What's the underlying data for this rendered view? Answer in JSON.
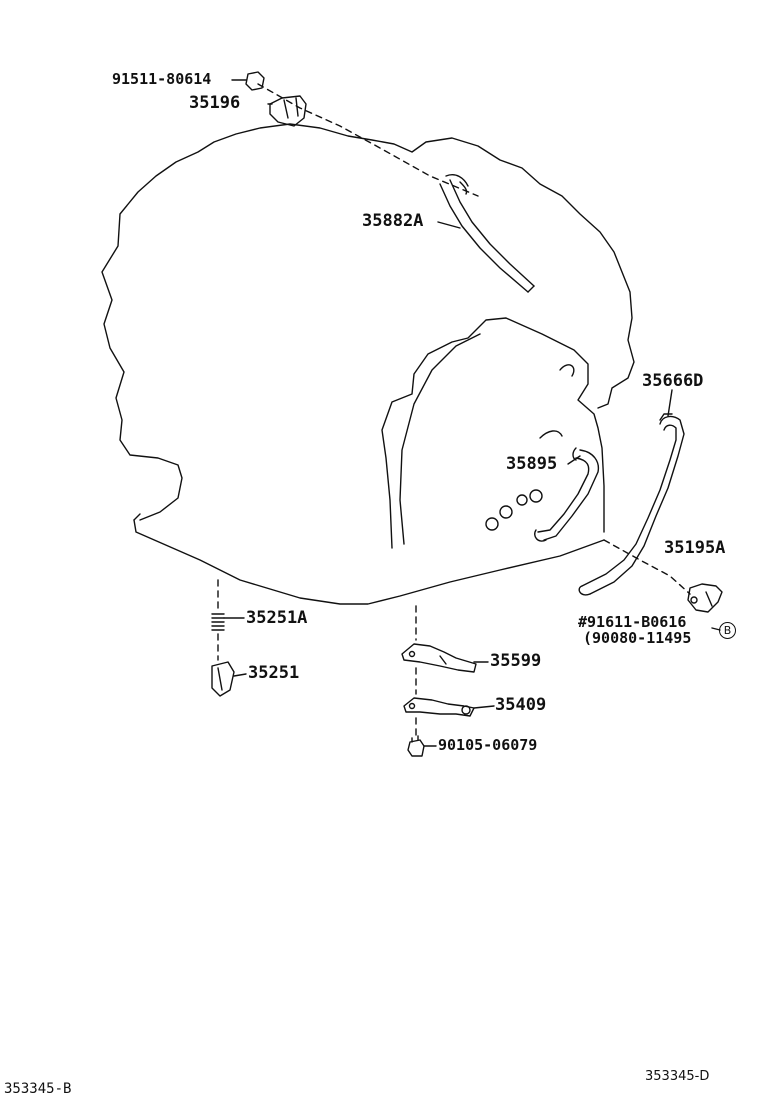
{
  "diagram": {
    "parts": [
      {
        "id": "p1",
        "number": "91511-80614"
      },
      {
        "id": "p2",
        "number": "35196"
      },
      {
        "id": "p3",
        "number": "35882A"
      },
      {
        "id": "p4",
        "number": "35666D"
      },
      {
        "id": "p5",
        "number": "35895"
      },
      {
        "id": "p6",
        "number": "35195A"
      },
      {
        "id": "p7",
        "number": "#91611-B0616"
      },
      {
        "id": "p8",
        "number": "(90080-11495"
      },
      {
        "id": "p9",
        "number": "35251A"
      },
      {
        "id": "p10",
        "number": "35251"
      },
      {
        "id": "p11",
        "number": "35599"
      },
      {
        "id": "p12",
        "number": "35409"
      },
      {
        "id": "p13",
        "number": "90105-06079"
      }
    ],
    "callout_marker": "B",
    "footer_left": "353345-B",
    "footer_right": "353345-D"
  }
}
